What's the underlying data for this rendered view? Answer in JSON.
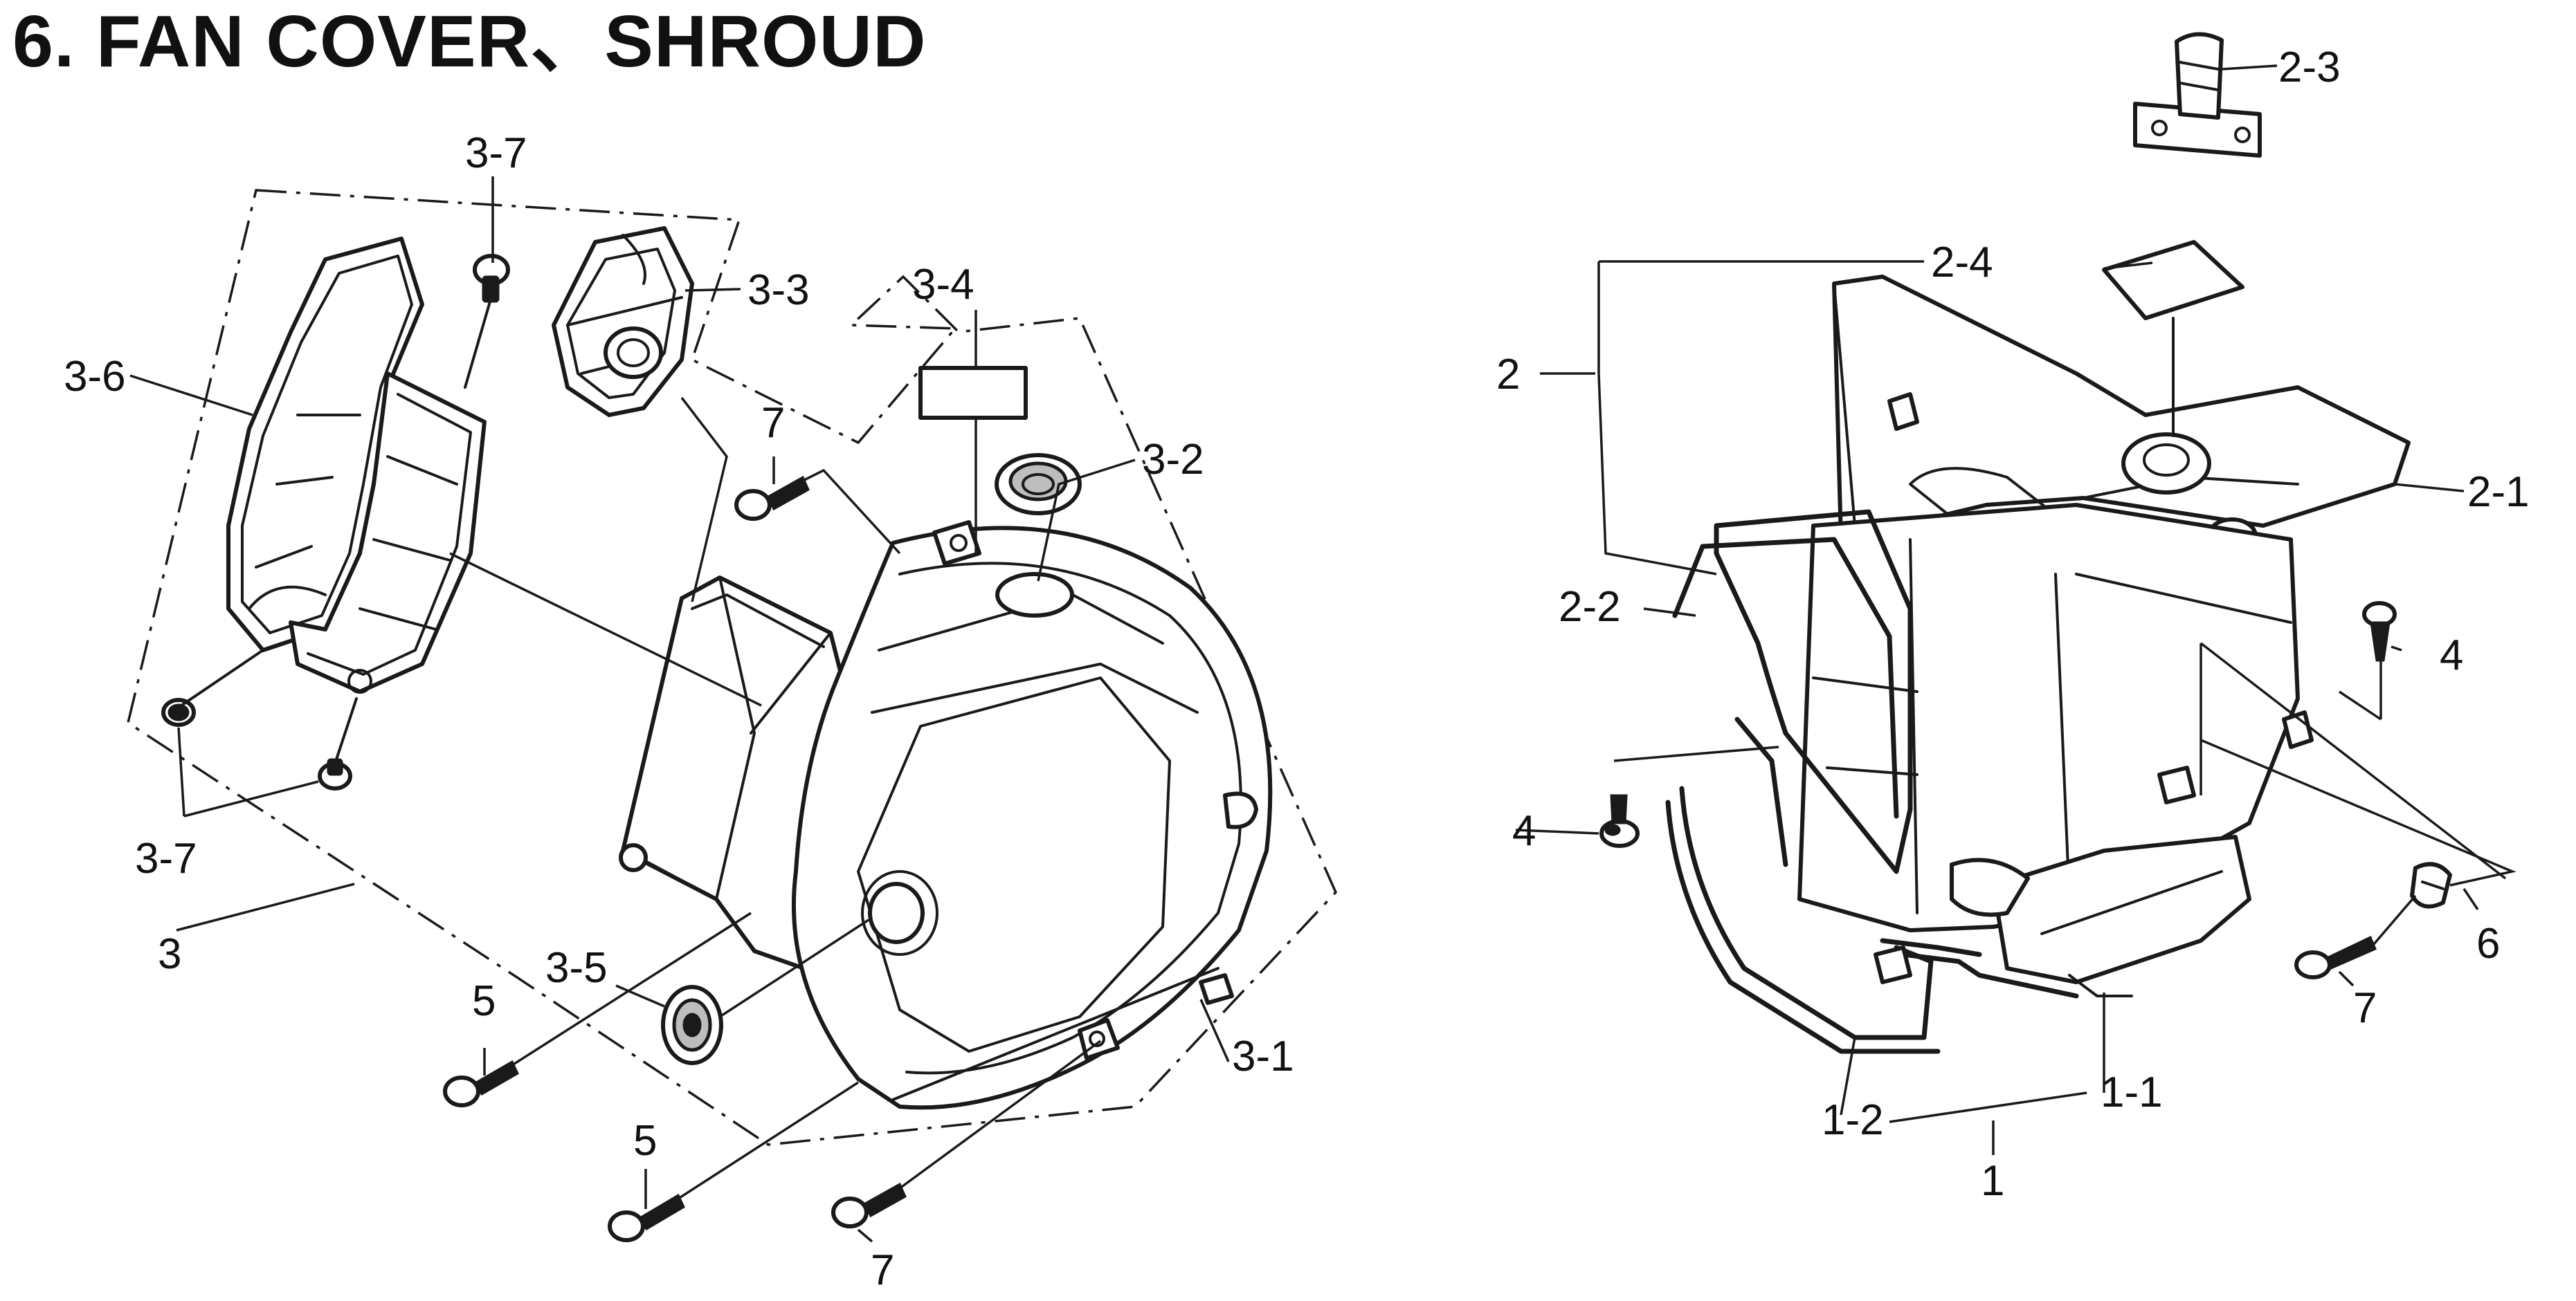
{
  "title": "6. FAN COVER、SHROUD",
  "callouts": {
    "c_3_7_top": "3-7",
    "c_3_3": "3-3",
    "c_3_4": "3-4",
    "c_3_6": "3-6",
    "c_7_a": "7",
    "c_3_2": "3-2",
    "c_3_7_bottom": "3-7",
    "c_3": "3",
    "c_3_5": "3-5",
    "c_5_a": "5",
    "c_5_b": "5",
    "c_7_b": "7",
    "c_3_1": "3-1",
    "c_2_3": "2-3",
    "c_2_4": "2-4",
    "c_2": "2",
    "c_2_1": "2-1",
    "c_2_2": "2-2",
    "c_4_a": "4",
    "c_4_b": "4",
    "c_6": "6",
    "c_7_c": "7",
    "c_1_1": "1-1",
    "c_1_2": "1-2",
    "c_1": "1"
  },
  "colors": {
    "ink": "#1a1a1a",
    "background": "#ffffff",
    "label_fill": "#bdbdbd"
  }
}
